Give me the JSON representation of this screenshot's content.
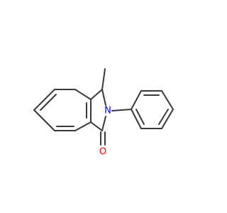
{
  "molecule": {
    "atoms": [
      {
        "id": "N",
        "label": "N",
        "color": "#0000ff"
      },
      {
        "id": "O",
        "label": "O",
        "color": "#ff0000"
      }
    ],
    "bond_color": "#383838",
    "background": "#ffffff"
  }
}
